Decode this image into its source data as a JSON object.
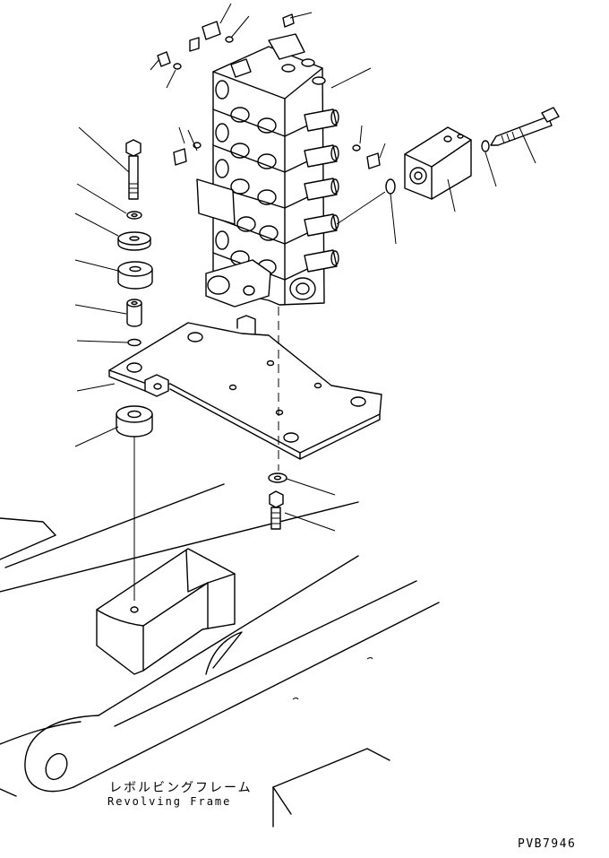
{
  "labels": {
    "frame_jp": "レボルビングフレーム",
    "frame_en": "Revolving Frame",
    "drawing_code": "PVB7946"
  }
}
